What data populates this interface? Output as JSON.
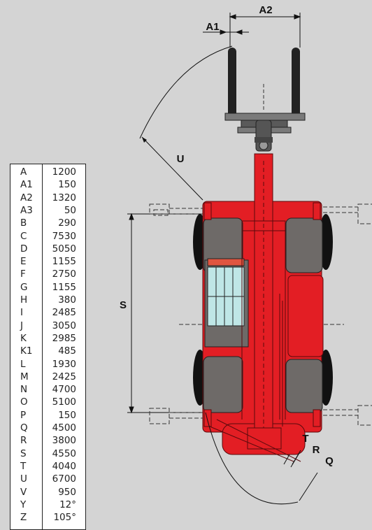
{
  "dimension_labels": {
    "A1": "A1",
    "A2": "A2",
    "U": "U",
    "S": "S",
    "T": "T",
    "R": "R",
    "Q": "Q"
  },
  "spec_table": [
    {
      "key": "A",
      "value": "1200"
    },
    {
      "key": "A1",
      "value": "150"
    },
    {
      "key": "A2",
      "value": "1320"
    },
    {
      "key": "A3",
      "value": "50"
    },
    {
      "key": "B",
      "value": "290"
    },
    {
      "key": "C",
      "value": "7530"
    },
    {
      "key": "D",
      "value": "5050"
    },
    {
      "key": "E",
      "value": "1155"
    },
    {
      "key": "F",
      "value": "2750"
    },
    {
      "key": "G",
      "value": "1155"
    },
    {
      "key": "H",
      "value": "380"
    },
    {
      "key": "I",
      "value": "2485"
    },
    {
      "key": "J",
      "value": "3050"
    },
    {
      "key": "K",
      "value": "2985"
    },
    {
      "key": "K1",
      "value": "485"
    },
    {
      "key": "L",
      "value": "1930"
    },
    {
      "key": "M",
      "value": "2425"
    },
    {
      "key": "N",
      "value": "4700"
    },
    {
      "key": "O",
      "value": "5100"
    },
    {
      "key": "P",
      "value": "150"
    },
    {
      "key": "Q",
      "value": "4500"
    },
    {
      "key": "R",
      "value": "3800"
    },
    {
      "key": "S",
      "value": "4550"
    },
    {
      "key": "T",
      "value": "4040"
    },
    {
      "key": "U",
      "value": "6700"
    },
    {
      "key": "V",
      "value": "950"
    },
    {
      "key": "Y",
      "value": "12°"
    },
    {
      "key": "Z",
      "value": "105°"
    }
  ],
  "colors": {
    "background": "#d4d4d4",
    "machine_red": "#e31e24",
    "machine_dark_red": "#8a1014",
    "tyre_gray": "#6e6a68",
    "cab_glass": "#bfe6e6",
    "fork_black": "#222222"
  }
}
